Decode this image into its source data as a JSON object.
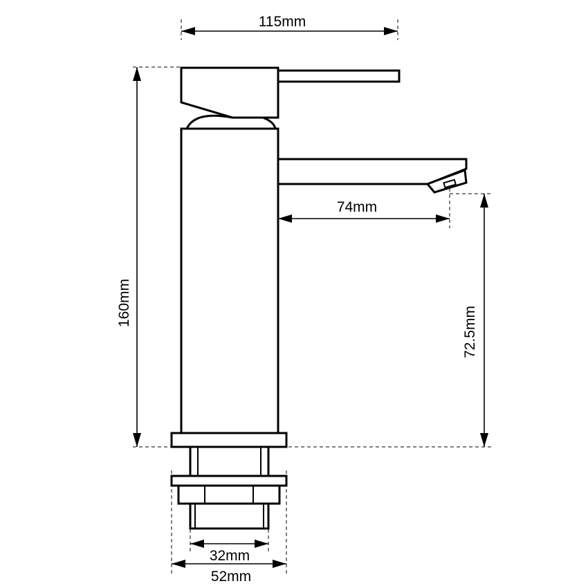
{
  "dimensions": {
    "overall_width": "115mm",
    "overall_height": "160mm",
    "spout_reach": "74mm",
    "spout_height": "72.5mm",
    "thread_diameter": "32mm",
    "nut_diameter": "52mm"
  }
}
